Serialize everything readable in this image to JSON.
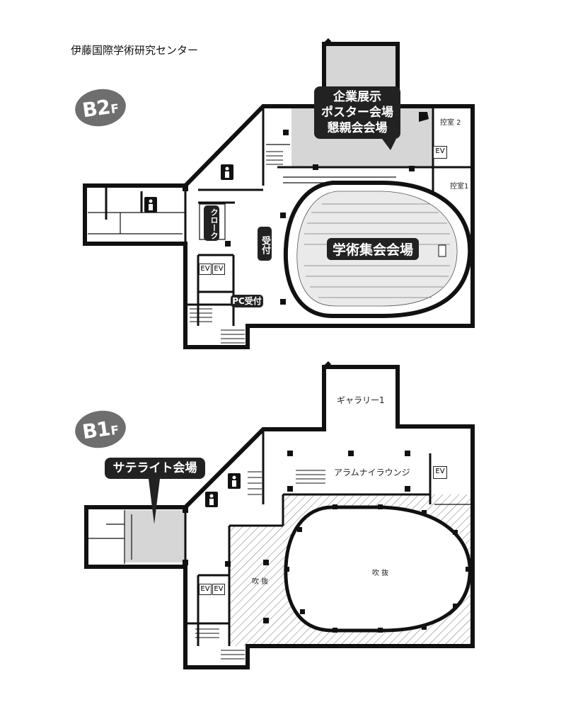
{
  "title": "伊藤国際学術研究センター",
  "floors": {
    "b2": {
      "badge": {
        "main": "B2",
        "sub": "F"
      },
      "exhibit_callout": [
        "企業展示",
        "ポスター会場",
        "懇親会会場"
      ],
      "main_hall": "学術集会会場",
      "reception": "受付",
      "cloak": "クローク",
      "pc_reception": "PC受付",
      "ev": [
        "EV",
        "EV",
        "EV"
      ],
      "control_room_2": "控室 2",
      "control_room_1": "控室1"
    },
    "b1": {
      "badge": {
        "main": "B1",
        "sub": "F"
      },
      "satellite_callout": "サテライト会場",
      "gallery": "ギャラリー1",
      "lounge": "アラムナイラウンジ",
      "atrium_left": "吹 抜",
      "atrium_center": "吹 抜",
      "ev": [
        "EV",
        "EV",
        "EV"
      ]
    }
  },
  "colors": {
    "wall": "#111111",
    "highlight": "#d6d6d6",
    "badge": "#6e6e6e",
    "callout": "#222222"
  },
  "icons": [
    "restroom-icon",
    "stairs-icon",
    "piano-icon"
  ]
}
